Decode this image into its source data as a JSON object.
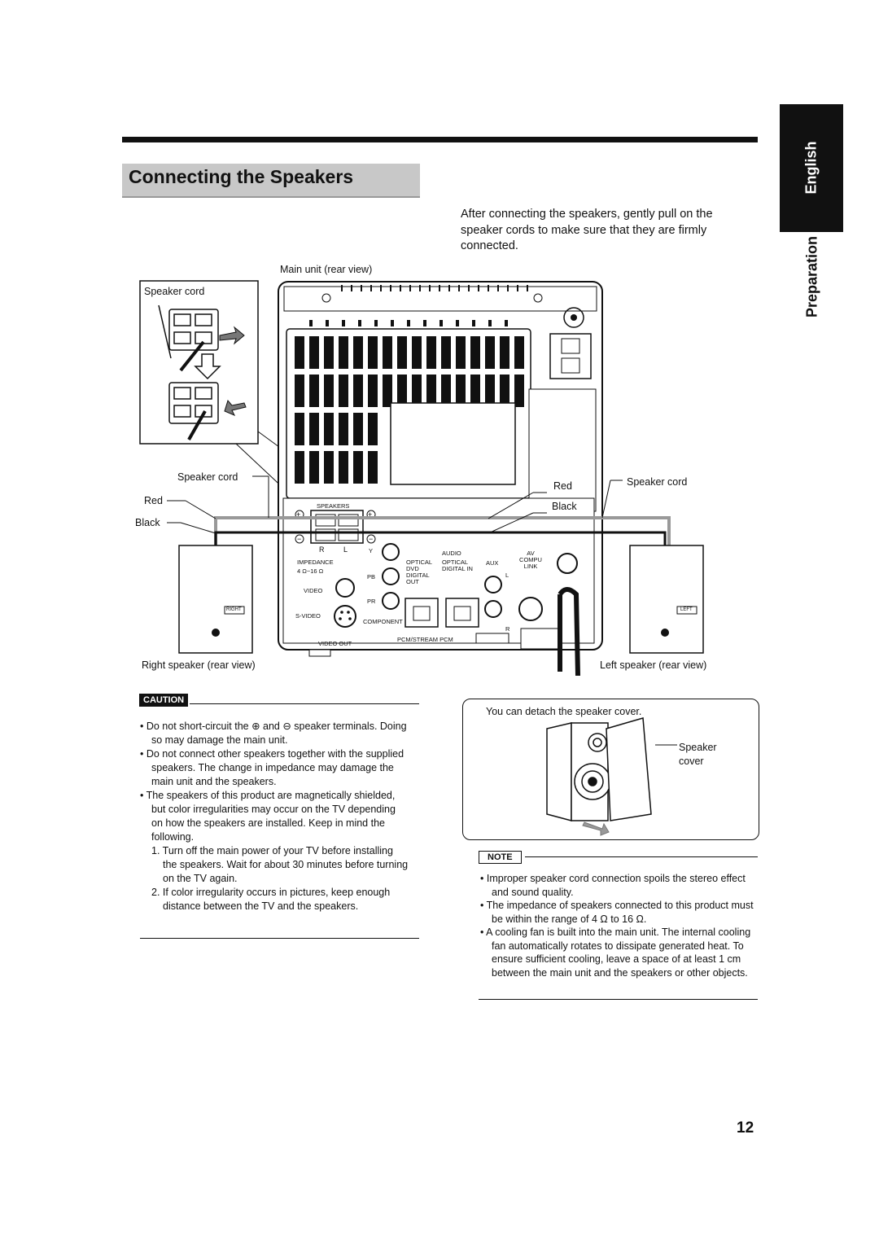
{
  "page": {
    "title": "Connecting the Speakers",
    "tab_language": "English",
    "tab_section": "Preparation",
    "page_number": "12"
  },
  "intro": "After connecting the speakers, gently pull on the speaker cords to make sure that they are firmly connected.",
  "diagram": {
    "main_unit_label": "Main unit (rear view)",
    "speaker_cord_top": "Speaker cord",
    "speaker_cord_left": "Speaker cord",
    "speaker_cord_right": "Speaker cord",
    "red_left": "Red",
    "black_left": "Black",
    "red_right": "Red",
    "black_right": "Black",
    "right_speaker_label": "Right speaker (rear view)",
    "left_speaker_label": "Left speaker (rear view)",
    "right_badge": "RIGHT",
    "left_badge": "LEFT",
    "panel": {
      "speakers": "SPEAKERS",
      "r": "R",
      "l": "L",
      "impedance": "IMPEDANCE",
      "impedance_value": "4 Ω~16 Ω",
      "video": "VIDEO",
      "svideo": "S-VIDEO",
      "video_out": "VIDEO OUT",
      "y": "Y",
      "pb": "PB",
      "pr": "PR",
      "component": "COMPONENT",
      "audio": "AUDIO",
      "optical_dvd": "OPTICAL DVD DIGITAL OUT",
      "optical_digital": "OPTICAL DIGITAL IN",
      "aux": "AUX",
      "av_compu_link": "AV COMPU LINK",
      "pcm_stream": "PCM/STREAM PCM",
      "l_ch": "L",
      "r_ch": "R"
    }
  },
  "caution": {
    "tag": "CAUTION",
    "items": [
      "Do not short-circuit the ⊕ and ⊖ speaker terminals. Doing so may damage the main unit.",
      "Do not connect other speakers together with the supplied speakers. The change in impedance may damage the main unit and the speakers.",
      "The speakers of this product are magnetically shielded, but color irregularities may occur on the TV depending on how the speakers are installed. Keep in mind the following."
    ],
    "steps": [
      "1. Turn off the main power of your TV before installing the speakers. Wait for about 30 minutes before turning on the TV again.",
      "2. If color irregularity occurs in pictures, keep enough distance between the TV and the speakers."
    ]
  },
  "cover": {
    "text": "You can detach the speaker cover.",
    "label": "Speaker cover"
  },
  "note": {
    "tag": "NOTE",
    "items": [
      "Improper speaker cord connection spoils the stereo effect and sound quality.",
      "The impedance of speakers connected to this product must be within the range of 4 Ω to 16 Ω.",
      "A cooling fan is built into the main unit. The internal cooling fan automatically rotates to dissipate generated heat. To ensure sufficient cooling, leave a space of at least 1 cm between the main unit and the speakers or other objects."
    ]
  }
}
